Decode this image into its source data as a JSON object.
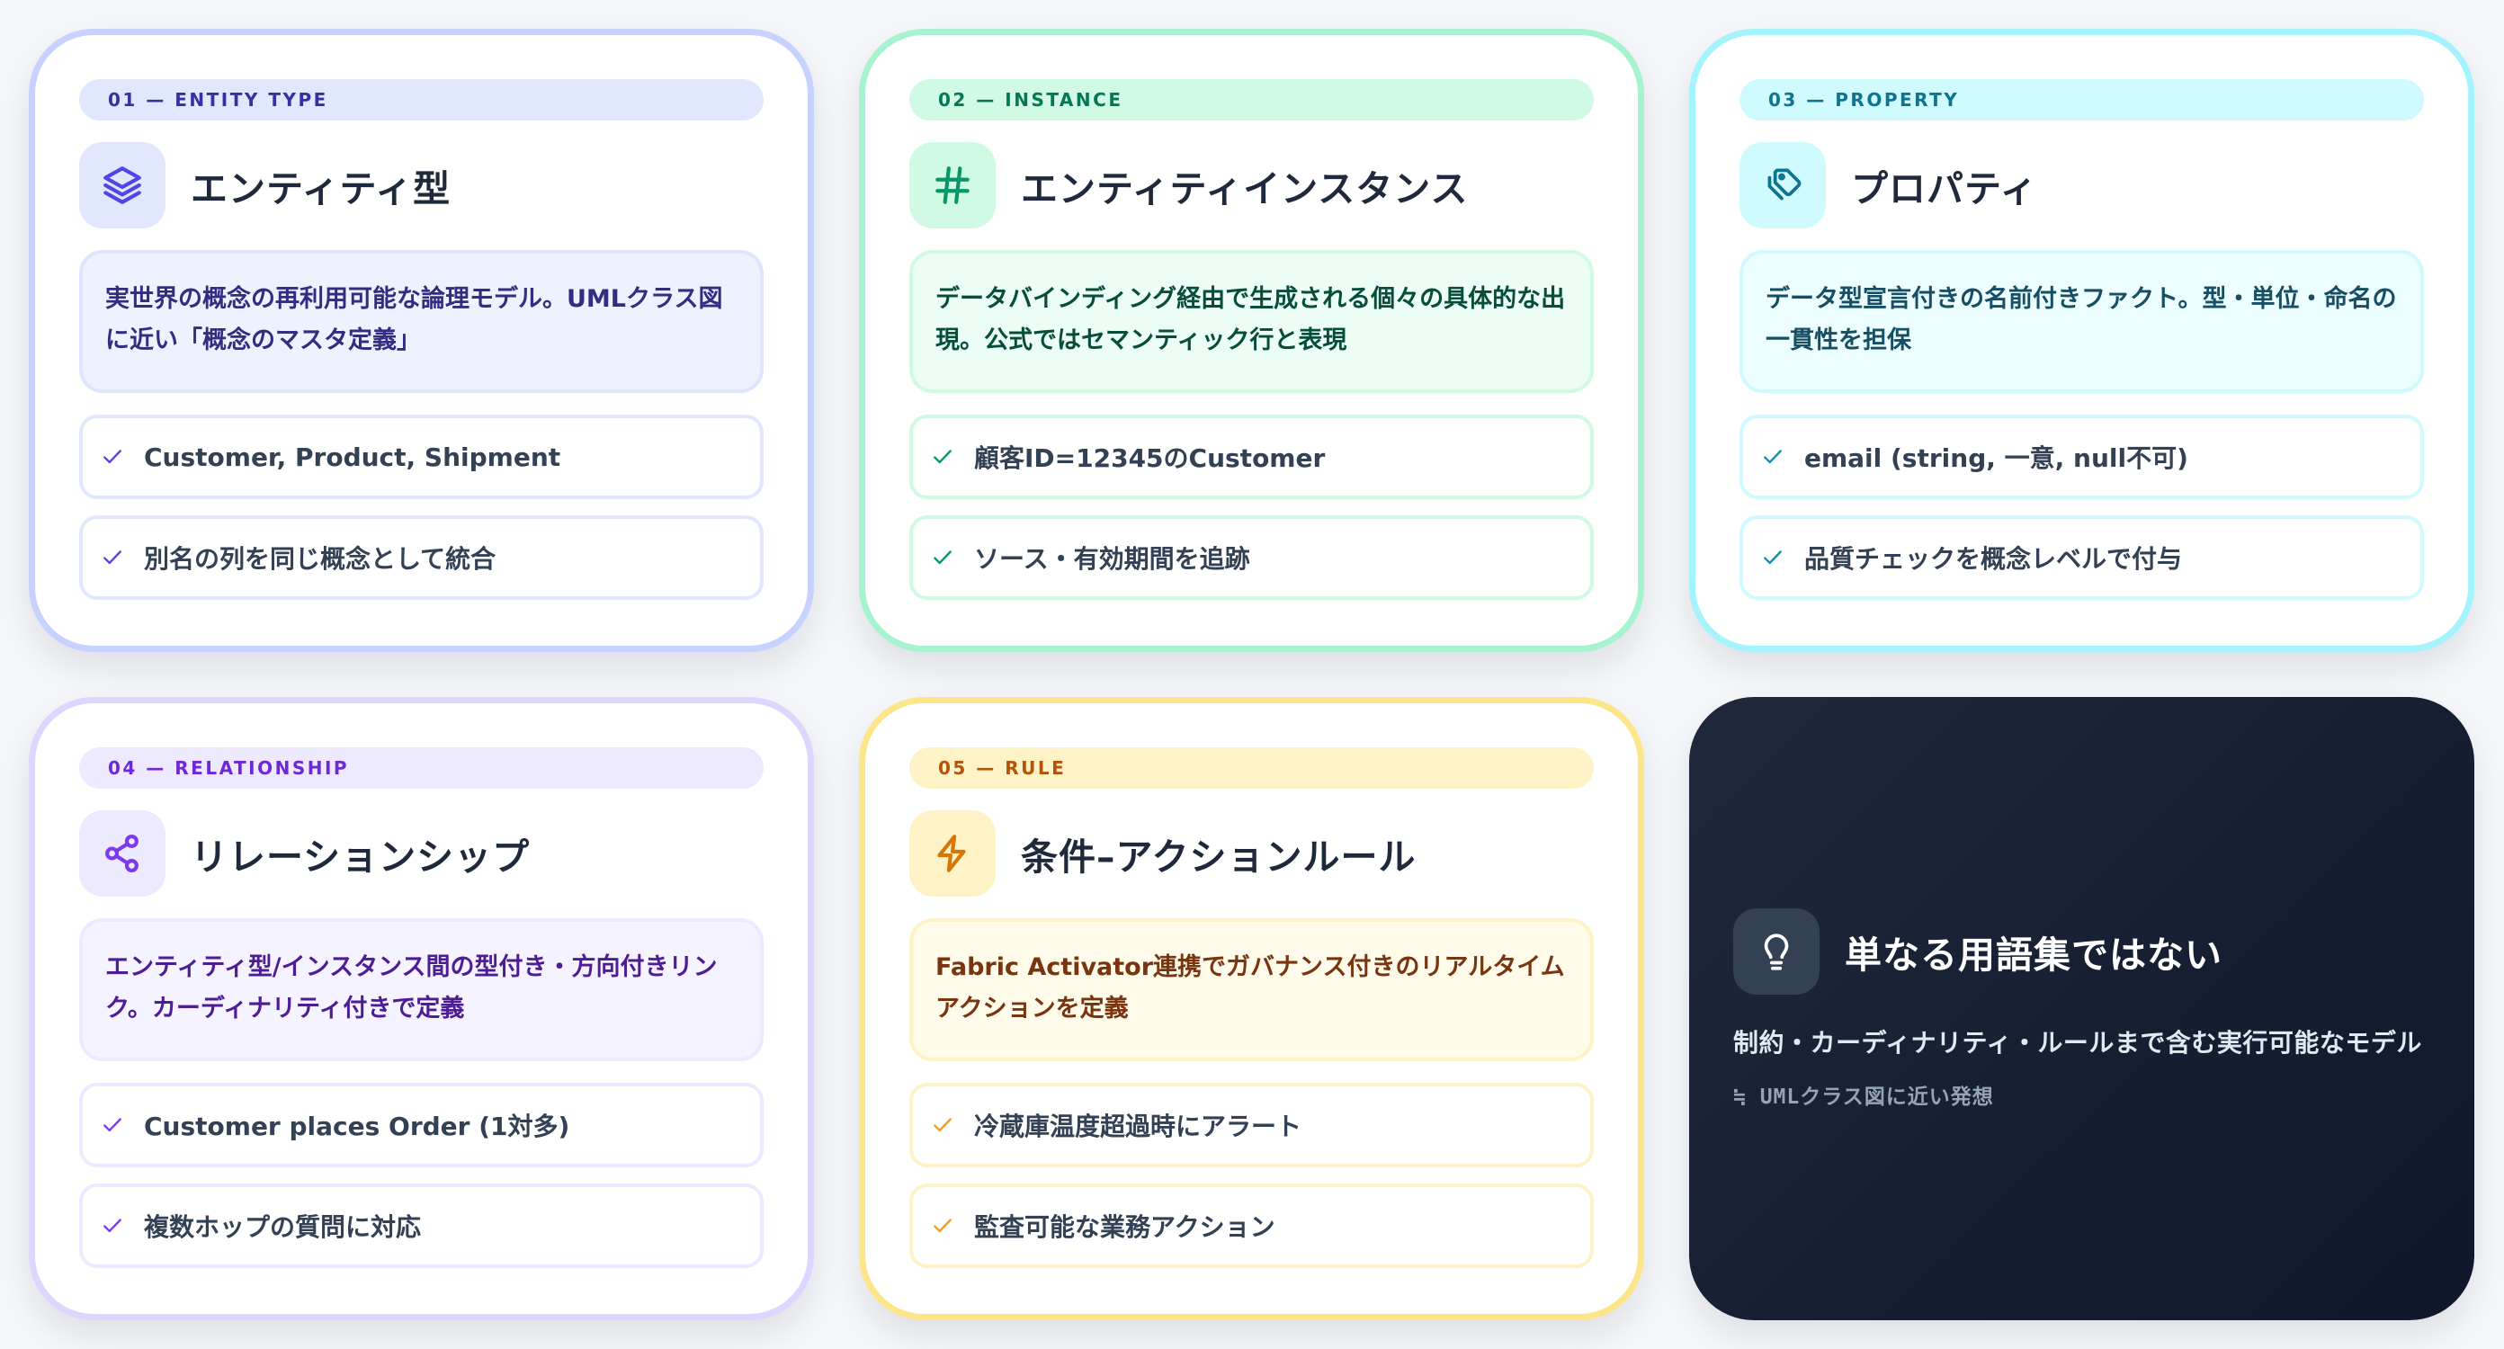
{
  "cards": [
    {
      "label": "01 — ENTITY TYPE",
      "icon": "layers-icon",
      "title": "エンティティ型",
      "description": "実世界の概念の再利用可能な論理モデル。UMLクラス図に近い「概念のマスタ定義」",
      "items": [
        "Customer, Product, Shipment",
        "別名の列を同じ概念として統合"
      ],
      "accent": "#4f46e5"
    },
    {
      "label": "02 — INSTANCE",
      "icon": "hash-icon",
      "title": "エンティティインスタンス",
      "description": "データバインディング経由で生成される個々の具体的な出現。公式ではセマンティック行と表現",
      "items": [
        "顧客ID=12345のCustomer",
        "ソース・有効期間を追跡"
      ],
      "accent": "#059669"
    },
    {
      "label": "03 — PROPERTY",
      "icon": "tags-icon",
      "title": "プロパティ",
      "description": "データ型宣言付きの名前付きファクト。型・単位・命名の一貫性を担保",
      "items": [
        "email (string, 一意, null不可)",
        "品質チェックを概念レベルで付与"
      ],
      "accent": "#0e7490"
    },
    {
      "label": "04 — RELATIONSHIP",
      "icon": "share-nodes-icon",
      "title": "リレーションシップ",
      "description": "エンティティ型/インスタンス間の型付き・方向付きリンク。カーディナリティ付きで定義",
      "items": [
        "Customer places Order (1対多)",
        "複数ホップの質問に対応"
      ],
      "accent": "#7c3aed"
    },
    {
      "label": "05 — RULE",
      "icon": "lightning-bolt-icon",
      "title": "条件–アクションルール",
      "description": "Fabric Activator連携でガバナンス付きのリアルタイムアクションを定義",
      "items": [
        "冷蔵庫温度超過時にアラート",
        "監査可能な業務アクション"
      ],
      "accent": "#d97706"
    }
  ],
  "summary": {
    "icon": "lightbulb-icon",
    "title": "単なる用語集ではない",
    "subtitle": "制約・カーディナリティ・ルールまで含む実行可能なモデル",
    "note": "≒ UMLクラス図に近い発想"
  }
}
